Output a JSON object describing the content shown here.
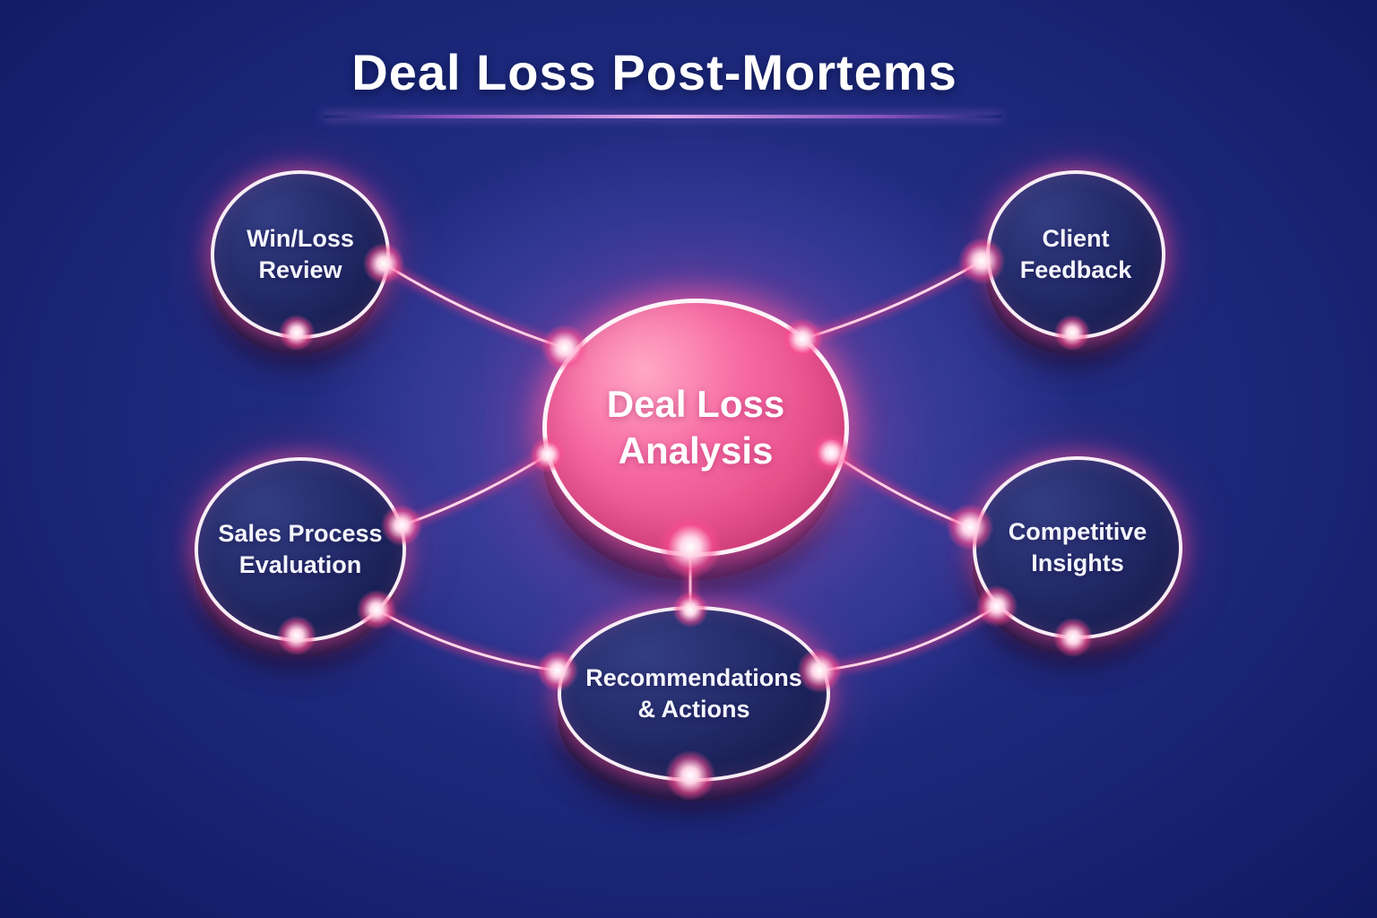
{
  "title": {
    "text": "Deal Loss Post-Mortems"
  },
  "center_node": {
    "line1": "Deal Loss",
    "line2": "Analysis"
  },
  "nodes": {
    "win_loss": {
      "line1": "Win/Loss",
      "line2": "Review"
    },
    "client_feedback": {
      "line1": "Client",
      "line2": "Feedback"
    },
    "sales_process": {
      "line1": "Sales Process",
      "line2": "Evaluation"
    },
    "competitive": {
      "line1": "Competitive",
      "line2": "Insights"
    },
    "recommendations": {
      "line1": "Recommendations",
      "line2": "& Actions"
    }
  },
  "colors": {
    "background_navy": "#0c1458",
    "background_purple_glow": "#6a55b8",
    "node_navy": "#1d2562",
    "center_pink": "#ee5a92",
    "ring_white": "#fff3f8",
    "connector_pink": "#ff4d8f",
    "title_white": "#ffffff",
    "underline_violet": "#c98ade"
  }
}
